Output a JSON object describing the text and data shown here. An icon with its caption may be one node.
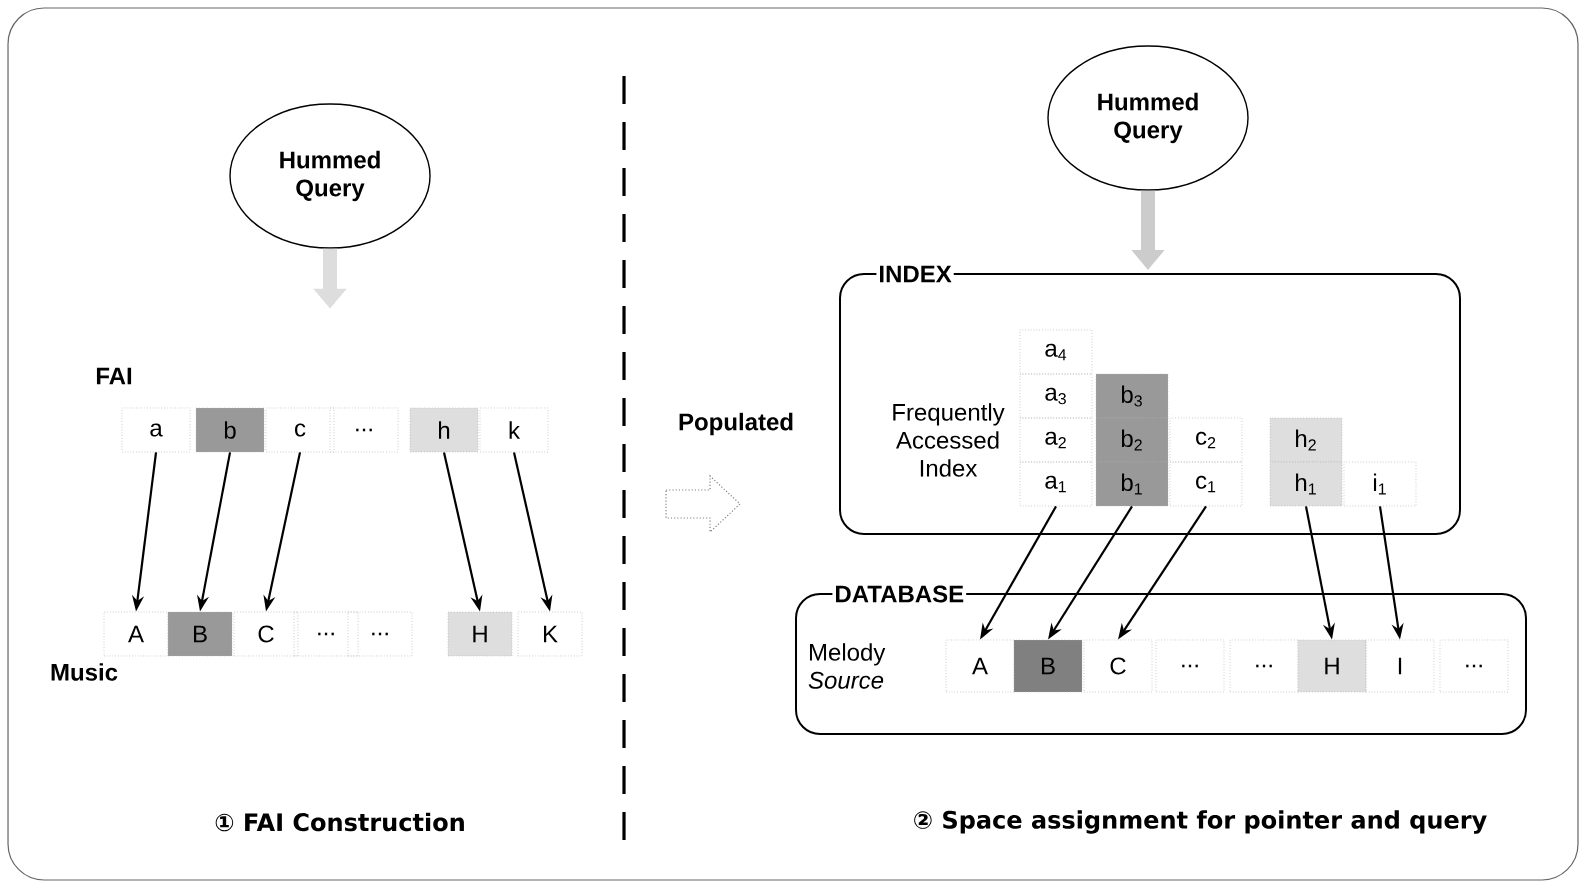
{
  "diagram": {
    "nodes": [
      {
        "text": [
          "Hummed Query"
        ]
      },
      {
        "text": [
          "a"
        ]
      },
      {
        "text": [
          "b"
        ]
      },
      {
        "text": [
          "c"
        ]
      },
      {
        "text": [
          "..."
        ]
      },
      {
        "text": [
          "h"
        ]
      },
      {
        "text": [
          "k"
        ]
      },
      {
        "text": [
          "A"
        ]
      },
      {
        "text": [
          "B"
        ]
      },
      {
        "text": [
          "C"
        ]
      },
      {
        "text": [
          "..."
        ]
      },
      {
        "text": [
          "..."
        ]
      },
      {
        "text": [
          "H"
        ]
      },
      {
        "text": [
          "K"
        ]
      },
      {
        "text": [
          "Hummed Query"
        ]
      },
      {
        "text": [
          "INDEX",
          "Frequently Accessed Index"
        ]
      },
      {
        "text": [
          "a$_{4}$"
        ],
        "in": 15
      },
      {
        "text": [
          "a$_{3}$"
        ],
        "in": 15
      },
      {
        "text": [
          "b$_{3}$"
        ],
        "in": 15
      },
      {
        "text": [
          "a$_{2}$"
        ],
        "in": 15
      },
      {
        "text": [
          "b$_{2}$"
        ],
        "in": 15
      },
      {
        "text": [
          "c$_{2}$"
        ],
        "in": 15
      },
      {
        "text": [
          "h$_{2}$"
        ],
        "in": 15
      },
      {
        "text": [
          "a$_{1}$"
        ],
        "in": 15
      },
      {
        "text": [
          "b$_{1}$"
        ],
        "in": 15
      },
      {
        "text": [
          "c$_{1}$"
        ],
        "in": 15
      },
      {
        "text": [
          "h$_{1}$"
        ],
        "in": 15
      },
      {
        "text": [
          "i$_{1}$"
        ],
        "in": 15
      },
      {
        "text": [
          "DATABASE",
          "Melody *Source*"
        ]
      },
      {
        "text": [
          "A"
        ],
        "in": 28
      },
      {
        "text": [
          "B"
        ],
        "in": 28
      },
      {
        "text": [
          "C"
        ],
        "in": 28
      },
      {
        "text": [
          "..."
        ],
        "in": 28
      },
      {
        "text": [
          "..."
        ],
        "in": 28
      },
      {
        "text": [
          "H"
        ],
        "in": 28
      },
      {
        "text": [
          "I"
        ],
        "in": 28
      },
      {
        "text": [
          "..."
        ],
        "in": 28
      }
    ],
    "edges": [
      {
        "from": 1,
        "to": 7,
        "arrow": "to"
      },
      {
        "from": 2,
        "to": 8,
        "arrow": "to"
      },
      {
        "from": 3,
        "to": 9,
        "arrow": "to"
      },
      {
        "from": 5,
        "to": 12,
        "arrow": "to"
      },
      {
        "from": 6,
        "to": 13,
        "arrow": "to"
      },
      {
        "from": 0,
        "to": null,
        "arrow": "to",
        "style": "thick",
        "color": "#dddddd"
      },
      {
        "from": 14,
        "to": 15,
        "arrow": "to",
        "style": "thick",
        "color": "#cccccc"
      },
      {
        "from": 23,
        "to": 29,
        "arrow": "to"
      },
      {
        "from": 24,
        "to": 30,
        "arrow": "to"
      },
      {
        "from": 25,
        "to": 31,
        "arrow": "to"
      },
      {
        "from": 26,
        "to": 34,
        "arrow": "to"
      },
      {
        "from": 27,
        "to": 35,
        "arrow": "to"
      }
    ],
    "labels": [
      "FAI",
      "Music",
      "Populated",
      "① FAI Construction",
      "② Space assignment for pointer and query"
    ]
  }
}
